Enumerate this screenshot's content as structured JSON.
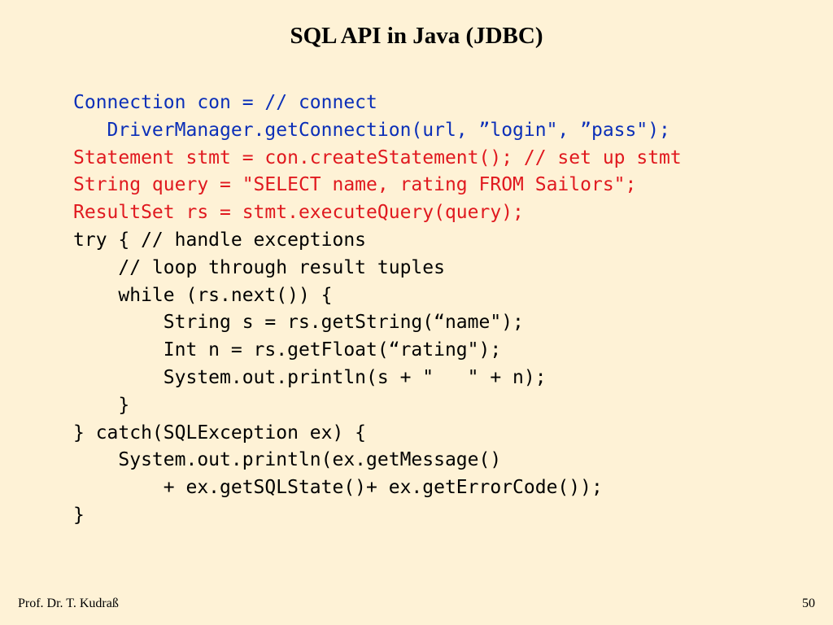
{
  "slide": {
    "title": "SQL API in Java (JDBC)",
    "footer_author": "Prof. Dr. T. Kudraß",
    "page_number": "50"
  },
  "colors": {
    "background": "#fef2d6",
    "code_blue": "#0b2fb8",
    "code_red": "#e0191f",
    "code_black": "#000000"
  },
  "code": {
    "lines": [
      {
        "text": "Connection con = // connect",
        "color": "blue"
      },
      {
        "text": "   DriverManager.getConnection(url, ”login\", ”pass\");",
        "color": "blue"
      },
      {
        "text": "Statement stmt = con.createStatement(); // set up stmt",
        "color": "red"
      },
      {
        "text": "String query = \"SELECT name, rating FROM Sailors\";",
        "color": "red"
      },
      {
        "text": "ResultSet rs = stmt.executeQuery(query);",
        "color": "red"
      },
      {
        "text": "try { // handle exceptions",
        "color": "black"
      },
      {
        "text": "    // loop through result tuples",
        "color": "black"
      },
      {
        "text": "    while (rs.next()) {",
        "color": "black"
      },
      {
        "text": "        String s = rs.getString(“name\");",
        "color": "black"
      },
      {
        "text": "        Int n = rs.getFloat(“rating\");",
        "color": "black"
      },
      {
        "text": "        System.out.println(s + \"   \" + n);",
        "color": "black"
      },
      {
        "text": "    }",
        "color": "black"
      },
      {
        "text": "} catch(SQLException ex) {",
        "color": "black"
      },
      {
        "text": "    System.out.println(ex.getMessage()",
        "color": "black"
      },
      {
        "text": "        + ex.getSQLState()+ ex.getErrorCode());",
        "color": "black"
      },
      {
        "text": "}",
        "color": "black"
      }
    ]
  }
}
